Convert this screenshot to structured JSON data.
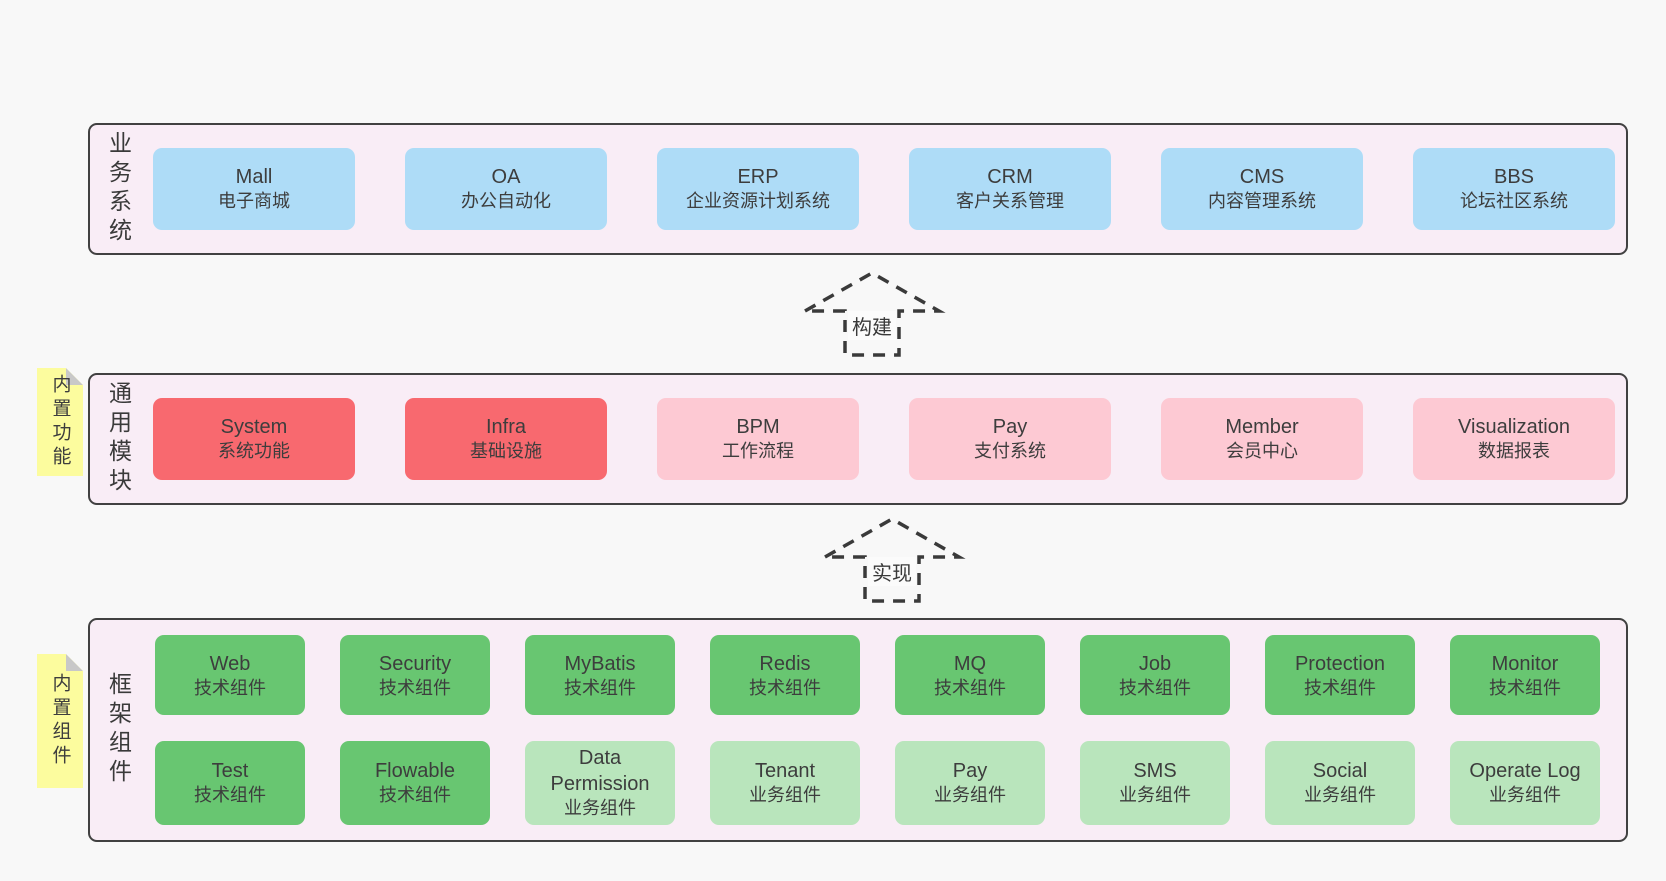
{
  "colors": {
    "page_bg": "#f8f8f8",
    "band_bg": "#f9edf6",
    "band_border": "#414141",
    "blue": "#aedcf7",
    "red": "#f8696f",
    "pink": "#fdc9d3",
    "green": "#68c671",
    "lightgreen": "#b9e5bc",
    "note_yellow": "#fcfc9e",
    "note_fold": "#c8c8c8",
    "text": "#3d3d3d",
    "arrow": "#3a3a3a"
  },
  "arrows": [
    {
      "label": "构建"
    },
    {
      "label": "实现"
    }
  ],
  "bands": [
    {
      "label": "业务系统",
      "note": null,
      "rows": [
        [
          {
            "name": "Mall",
            "desc": "电子商城",
            "variant": "blue"
          },
          {
            "name": "OA",
            "desc": "办公自动化",
            "variant": "blue"
          },
          {
            "name": "ERP",
            "desc": "企业资源计划系统",
            "variant": "blue"
          },
          {
            "name": "CRM",
            "desc": "客户关系管理",
            "variant": "blue"
          },
          {
            "name": "CMS",
            "desc": "内容管理系统",
            "variant": "blue"
          },
          {
            "name": "BBS",
            "desc": "论坛社区系统",
            "variant": "blue"
          }
        ]
      ]
    },
    {
      "label": "通用模块",
      "note": "内置功能",
      "rows": [
        [
          {
            "name": "System",
            "desc": "系统功能",
            "variant": "red"
          },
          {
            "name": "Infra",
            "desc": "基础设施",
            "variant": "red"
          },
          {
            "name": "BPM",
            "desc": "工作流程",
            "variant": "pink"
          },
          {
            "name": "Pay",
            "desc": "支付系统",
            "variant": "pink"
          },
          {
            "name": "Member",
            "desc": "会员中心",
            "variant": "pink"
          },
          {
            "name": "Visualization",
            "desc": "数据报表",
            "variant": "pink"
          }
        ]
      ]
    },
    {
      "label": "框架组件",
      "note": "内置组件",
      "rows": [
        [
          {
            "name": "Web",
            "desc": "技术组件",
            "variant": "green"
          },
          {
            "name": "Security",
            "desc": "技术组件",
            "variant": "green"
          },
          {
            "name": "MyBatis",
            "desc": "技术组件",
            "variant": "green"
          },
          {
            "name": "Redis",
            "desc": "技术组件",
            "variant": "green"
          },
          {
            "name": "MQ",
            "desc": "技术组件",
            "variant": "green"
          },
          {
            "name": "Job",
            "desc": "技术组件",
            "variant": "green"
          },
          {
            "name": "Protection",
            "desc": "技术组件",
            "variant": "green"
          },
          {
            "name": "Monitor",
            "desc": "技术组件",
            "variant": "green"
          }
        ],
        [
          {
            "name": "Test",
            "desc": "技术组件",
            "variant": "green"
          },
          {
            "name": "Flowable",
            "desc": "技术组件",
            "variant": "green"
          },
          {
            "name": "Data Permission",
            "desc": "业务组件",
            "variant": "lightgreen"
          },
          {
            "name": "Tenant",
            "desc": "业务组件",
            "variant": "lightgreen"
          },
          {
            "name": "Pay",
            "desc": "业务组件",
            "variant": "lightgreen"
          },
          {
            "name": "SMS",
            "desc": "业务组件",
            "variant": "lightgreen"
          },
          {
            "name": "Social",
            "desc": "业务组件",
            "variant": "lightgreen"
          },
          {
            "name": "Operate Log",
            "desc": "业务组件",
            "variant": "lightgreen"
          }
        ]
      ]
    }
  ]
}
